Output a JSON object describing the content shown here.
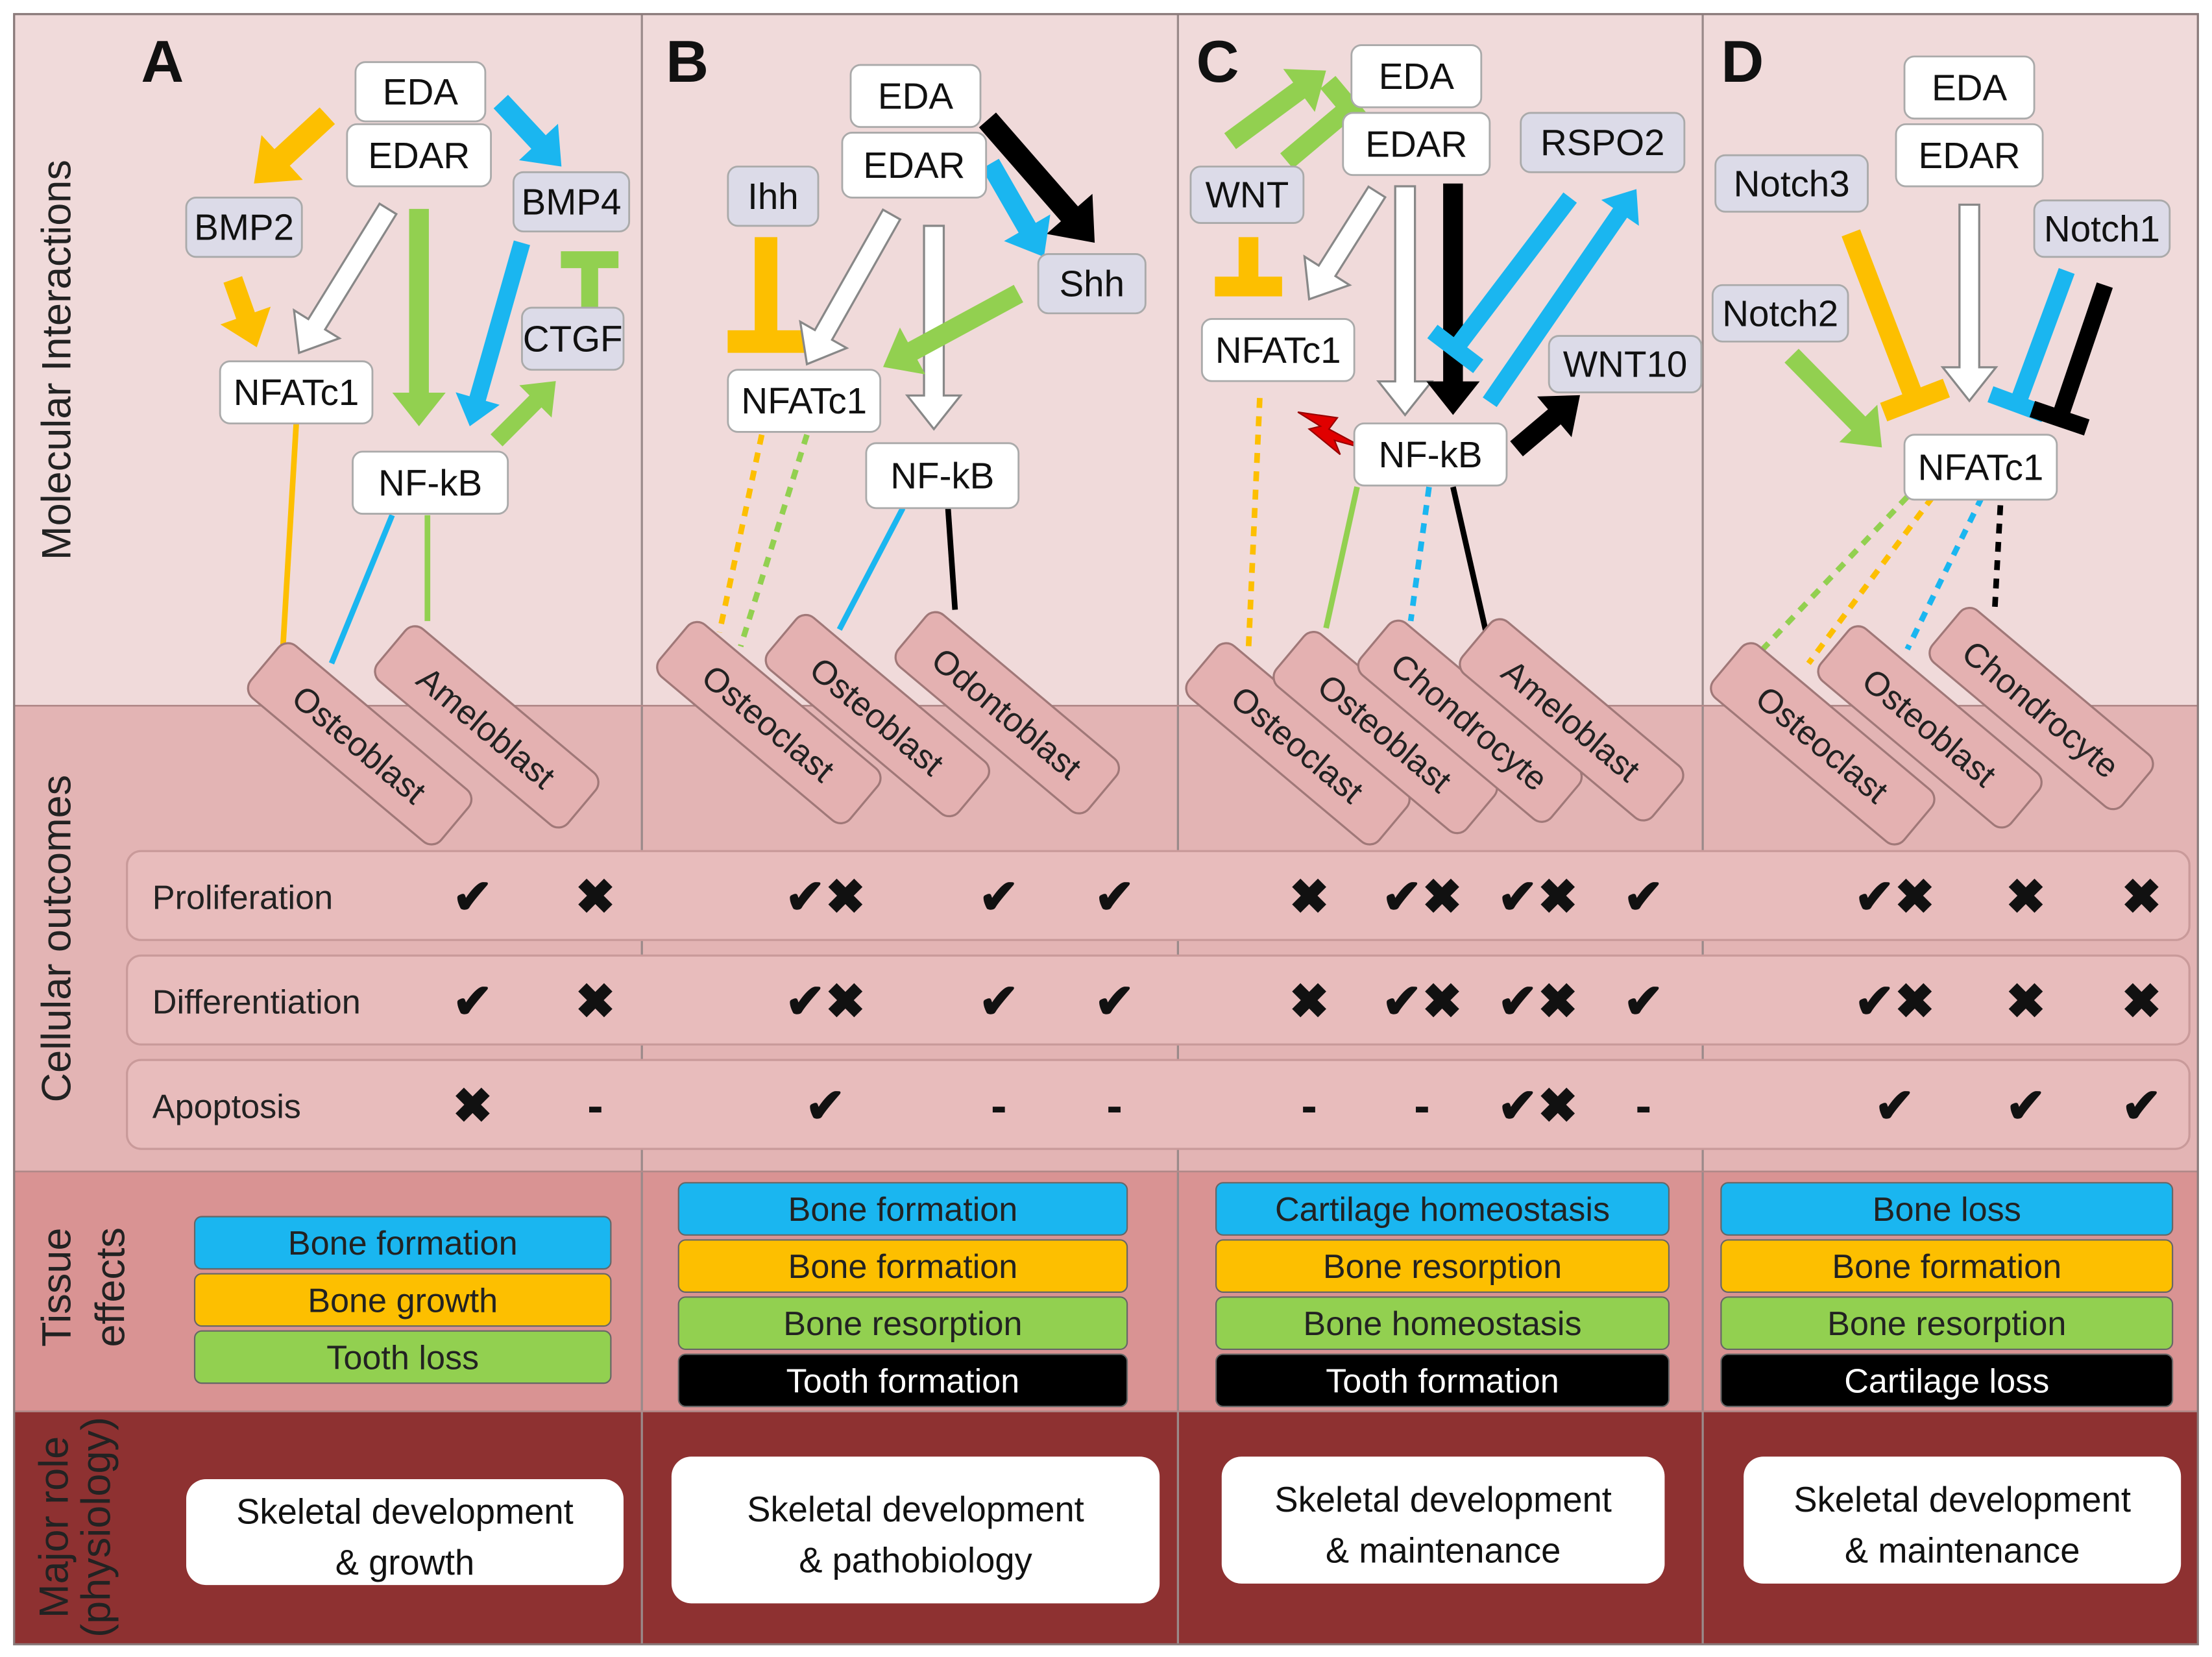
{
  "colors": {
    "blue": "#1ab6f0",
    "orange": "#fdbf00",
    "green": "#92d050",
    "black": "#000000",
    "red": "#e00000",
    "row_molecular": "#f0dada",
    "row_cellular": "#e3b4b4",
    "row_tissue": "#d99393",
    "row_role": "#8e3131"
  },
  "side_labels": {
    "molecular": "Molecular Interactions",
    "cellular": "Cellular outcomes",
    "tissue_1": "Tissue",
    "tissue_2": "effects",
    "role_1": "Major role",
    "role_2": "(physiology)"
  },
  "outcome_rows": [
    "Proliferation",
    "Differentiation",
    "Apoptosis"
  ],
  "panels": [
    {
      "letter": "A",
      "nodes": [
        {
          "label": "EDA",
          "kind": "ligand"
        },
        {
          "label": "EDAR",
          "kind": "receptor"
        },
        {
          "label": "BMP2",
          "kind": "modulator"
        },
        {
          "label": "BMP4",
          "kind": "modulator"
        },
        {
          "label": "CTGF",
          "kind": "modulator"
        },
        {
          "label": "NFATc1",
          "kind": "factor"
        },
        {
          "label": "NF-kB",
          "kind": "factor"
        }
      ],
      "cells": [
        "Osteoblast",
        "Ameloblast"
      ],
      "outcomes": [
        [
          "✔",
          "✖"
        ],
        [
          "✔",
          "✖"
        ],
        [
          "✖",
          "-"
        ]
      ],
      "tissue_effects": [
        {
          "label": "Bone formation",
          "color": "#1ab6f0"
        },
        {
          "label": "Bone growth",
          "color": "#fdbf00"
        },
        {
          "label": "Tooth loss",
          "color": "#92d050"
        }
      ],
      "role": [
        "Skeletal development",
        "& growth"
      ]
    },
    {
      "letter": "B",
      "nodes": [
        {
          "label": "EDA",
          "kind": "ligand"
        },
        {
          "label": "EDAR",
          "kind": "receptor"
        },
        {
          "label": "Ihh",
          "kind": "modulator"
        },
        {
          "label": "Shh",
          "kind": "modulator"
        },
        {
          "label": "NFATc1",
          "kind": "factor"
        },
        {
          "label": "NF-kB",
          "kind": "factor"
        }
      ],
      "cells": [
        "Osteoclast",
        "Osteoblast",
        "Odontoblast"
      ],
      "outcomes": [
        [
          "✔✖",
          "✔",
          "✔"
        ],
        [
          "✔✖",
          "✔",
          "✔"
        ],
        [
          "✔",
          "-",
          "-"
        ]
      ],
      "tissue_effects": [
        {
          "label": "Bone formation",
          "color": "#1ab6f0"
        },
        {
          "label": "Bone formation",
          "color": "#fdbf00"
        },
        {
          "label": "Bone resorption",
          "color": "#92d050"
        },
        {
          "label": "Tooth formation",
          "color": "#000000"
        }
      ],
      "role": [
        "Skeletal development",
        "& pathobiology"
      ]
    },
    {
      "letter": "C",
      "nodes": [
        {
          "label": "EDA",
          "kind": "ligand"
        },
        {
          "label": "EDAR",
          "kind": "receptor"
        },
        {
          "label": "WNT",
          "kind": "modulator"
        },
        {
          "label": "RSPO2",
          "kind": "modulator"
        },
        {
          "label": "WNT10",
          "kind": "modulator"
        },
        {
          "label": "NFATc1",
          "kind": "factor"
        },
        {
          "label": "NF-kB",
          "kind": "factor"
        }
      ],
      "cells": [
        "Osteoclast",
        "Osteoblast",
        "Chondrocyte",
        "Ameloblast"
      ],
      "outcomes": [
        [
          "✖",
          "✔✖",
          "✔✖",
          "✔"
        ],
        [
          "✖",
          "✔✖",
          "✔✖",
          "✔"
        ],
        [
          "-",
          "-",
          "✔✖",
          "-"
        ]
      ],
      "tissue_effects": [
        {
          "label": "Cartilage homeostasis",
          "color": "#1ab6f0"
        },
        {
          "label": "Bone resorption",
          "color": "#fdbf00"
        },
        {
          "label": "Bone homeostasis",
          "color": "#92d050"
        },
        {
          "label": "Tooth formation",
          "color": "#000000"
        }
      ],
      "role": [
        "Skeletal development",
        "& maintenance"
      ]
    },
    {
      "letter": "D",
      "nodes": [
        {
          "label": "EDA",
          "kind": "ligand"
        },
        {
          "label": "EDAR",
          "kind": "receptor"
        },
        {
          "label": "Notch3",
          "kind": "modulator"
        },
        {
          "label": "Notch1",
          "kind": "modulator"
        },
        {
          "label": "Notch2",
          "kind": "modulator"
        },
        {
          "label": "NFATc1",
          "kind": "factor"
        }
      ],
      "cells": [
        "Osteoclast",
        "Osteoblast",
        "Chondrocyte"
      ],
      "outcomes": [
        [
          "✔✖",
          "✖",
          "✖"
        ],
        [
          "✔✖",
          "✖",
          "✖"
        ],
        [
          "✔",
          "✔",
          "✔"
        ]
      ],
      "tissue_effects": [
        {
          "label": "Bone loss",
          "color": "#1ab6f0"
        },
        {
          "label": "Bone formation",
          "color": "#fdbf00"
        },
        {
          "label": "Bone resorption",
          "color": "#92d050"
        },
        {
          "label": "Cartilage loss",
          "color": "#000000"
        }
      ],
      "role": [
        "Skeletal development",
        "& maintenance"
      ]
    }
  ]
}
